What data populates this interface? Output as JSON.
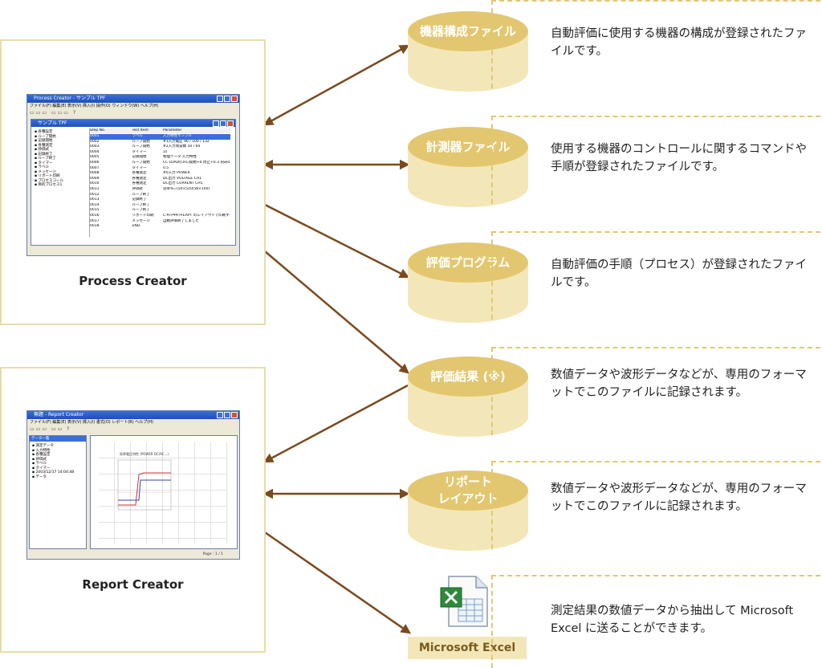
{
  "apps": [
    {
      "name": "Process Creator"
    },
    {
      "name": "Report Creator"
    }
  ],
  "process_screenshot": {
    "window_title": "Process Creator - サンプル TPF",
    "menu": "ファイル(F)  編集(E)  表示(V)  挿入(I)  操作(O)  ウィンドウ(W)  ヘルプ(H)",
    "inner_title": "サンプル TPF",
    "tree_items": [
      "各種設定",
      "ループ開始",
      "記録開始",
      "各種測定",
      "評価式",
      "記録終了",
      "ループ終了",
      "タイマー",
      "ラベル",
      "メッセージ",
      "リポート印刷",
      "プロセスコール",
      "目的プロセス1"
    ],
    "columns": [
      "Step No.",
      "Test Item",
      "Parameter"
    ],
    "rows": [
      [
        "0001",
        "ラベル",
        "入力特性サンプル"
      ],
      [
        "0002",
        "ループ開始",
        "#1入力電圧 90 / 100 / 132"
      ],
      [
        "0003",
        "ループ開始",
        "#2入力周波数 50 / 60"
      ],
      [
        "0004",
        "タイマー",
        "1s"
      ],
      [
        "0005",
        "記録開始",
        "物理データ 入力特性"
      ],
      [
        "0006",
        "ループ開始",
        "CC LOAD(CH1)開始+0 停止+0.3 刻み0.05"
      ],
      [
        "0007",
        "タイマー",
        "0.5"
      ],
      [
        "0008",
        "各種測定",
        "#0入力 POWER"
      ],
      [
        "0009",
        "各種測定",
        "DC出力 VOLTAGE CH1"
      ],
      [
        "0010",
        "各種測定",
        "DC出力 CURRENT CH1"
      ],
      [
        "0011",
        "評価式",
        "効率%=(50×510/58×100)"
      ],
      [
        "0012",
        "ループ終了",
        ""
      ],
      [
        "0013",
        "記録終了",
        ""
      ],
      [
        "0014",
        "ループ終了",
        ""
      ],
      [
        "0015",
        "ループ終了",
        ""
      ],
      [
        "0016",
        "リポート印刷",
        "C:¥TP¥¥TP.EAPT のレイアウトで印刷する"
      ],
      [
        "0017",
        "メッセージ",
        "自動評価終了しました"
      ],
      [
        "0018",
        "END",
        ""
      ]
    ]
  },
  "report_screenshot": {
    "window_title": "無題 - Report Creator",
    "menu": "ファイル(F)  編集(E)  表示(V)  挿入(I)  書式(O)  レポート(R)  ヘルプ(H)",
    "inner_title": "データ一覧",
    "tree_items": [
      "測定データ",
      "入力特性",
      "各種設定",
      "評価式",
      "ラベル",
      "タイマー",
      "2003/12/17 14:04:48",
      "データ"
    ],
    "graph_title": "効率電圧特性 (POWER DC/AC...)",
    "status": "Page : 1 / 1"
  },
  "files": [
    {
      "label": "機器構成ファイル",
      "description": "自動評価に使用する機器の構成が登録されたファイルです。"
    },
    {
      "label": "計測器ファイル",
      "description": "使用する機器のコントロールに関するコマンドや手順が登録されたファイルです。"
    },
    {
      "label": "評価プログラム",
      "description": "自動評価の手順（プロセス）が登録されたファイルです。"
    },
    {
      "label": "評価結果 (※)",
      "description": "数値データや波形データなどが、専用のフォーマットでこのファイルに記録されます。"
    },
    {
      "label": "リポート\nレイアウト",
      "description": "数値データや波形データなどが、専用のフォーマットでこのファイルに記録されます。"
    }
  ],
  "excel": {
    "label": "Microsoft Excel",
    "description": "測定結果の数値データから抽出して Microsoft Excel に送ることができます。"
  },
  "colors": {
    "arrow": "#7a4a1e",
    "cylinder_top": "#e3c770",
    "cylinder_body": "#f3e7b9",
    "box_border": "#e9dcaa"
  }
}
